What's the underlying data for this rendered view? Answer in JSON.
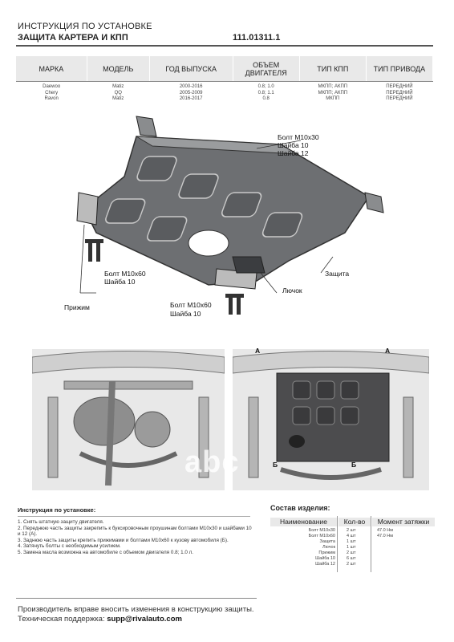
{
  "header": {
    "title_line1": "ИНСТРУКЦИЯ ПО УСТАНОВКЕ",
    "title_line2": "ЗАЩИТА КАРТЕРА И КПП",
    "part_number": "111.01311.1"
  },
  "spec_table": {
    "headers": [
      "МАРКА",
      "МОДЕЛЬ",
      "ГОД ВЫПУСКА",
      "ОБЪЕМ ДВИГАТЕЛЯ",
      "ТИП КПП",
      "ТИП ПРИВОДА"
    ],
    "rows": [
      [
        "Daewoo",
        "Matiz",
        "2000-2016",
        "0.8; 1.0",
        "МКПП; АКПП",
        "ПЕРЕДНИЙ"
      ],
      [
        "Chery",
        "QQ",
        "2005-2009",
        "0.8; 1.1",
        "МКПП; АКПП",
        "ПЕРЕДНИЙ"
      ],
      [
        "Ravon",
        "Matiz",
        "2016-2017",
        "0.8",
        "МКПП",
        "ПЕРЕДНИЙ"
      ]
    ]
  },
  "diagram_labels": {
    "bolt_m10x30": "Болт М10х30",
    "washer_10_a": "Шайба 10",
    "washer_12": "Шайба 12",
    "protection": "Защита",
    "hatch": "Лючок",
    "bolt_m10x60_left": "Болт М10х60",
    "washer_10_left": "Шайба 10",
    "clamp": "Прижим",
    "bolt_m10x60_bottom": "Болт М10х60",
    "washer_10_bottom": "Шайба 10"
  },
  "photo_marks": [
    "А",
    "А",
    "Б",
    "Б"
  ],
  "watermark": "abc",
  "instructions": {
    "title": "Инструкция по установке:",
    "steps": [
      "1. Снять штатную защиту двигателя.",
      "2. Переднюю часть защиты закрепить к буксировочным проушинам болтами М10х30 и шайбами 10 и 12 (А).",
      "3. Заднюю часть защиты крепить прижимами и болтами М10х60 к кузову автомобиля (Б).",
      "4. Затянуть болты с необходимым усилием.",
      "5. Замена масла возможна на автомобиле с объемом двигателя 0.8; 1.0 л."
    ]
  },
  "composition": {
    "title": "Состав изделия:",
    "headers": [
      "Наименование",
      "Кол-во",
      "Момент затяжки"
    ],
    "names": [
      "Болт М10х30",
      "Болт М10х60",
      "Защита",
      "Лючок",
      "Прижим",
      "Шайба 10",
      "Шайба 12"
    ],
    "quantities": [
      "2 шт",
      "4 шт",
      "1 шт",
      "1 шт",
      "2 шт",
      "6 шт",
      "2 шт"
    ],
    "torques": [
      "47.0 Нм",
      "47.0 Нм",
      "",
      "",
      "",
      "",
      ""
    ]
  },
  "footer": {
    "line1": "Производитель вправе вносить изменения в конструкцию защиты.",
    "support_label": "Техническая поддержка:",
    "support_email": "supp@rivalauto.com"
  }
}
